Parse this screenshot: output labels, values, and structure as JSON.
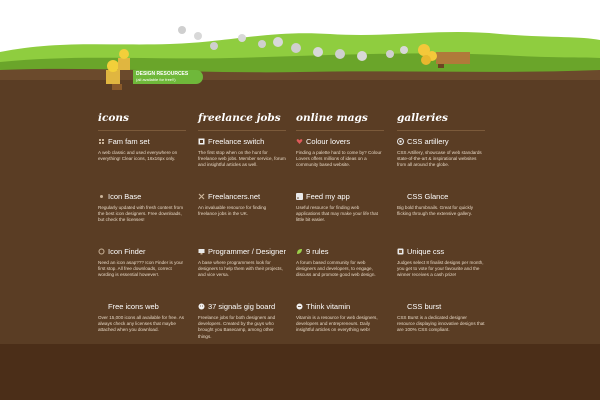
{
  "badge": {
    "title": "DESIGN RESOURCES",
    "subtitle": "(all available for free!!)"
  },
  "columns": [
    {
      "heading": "icons",
      "items": [
        {
          "title": "Fam fam set",
          "desc": "A web classic and used everywhere on everything! Clear icons, 16x16px only.",
          "icon": "grid-icon"
        },
        {
          "title": "Icon Base",
          "desc": "Regularly updated with fresh content from the best icon designers. Free downloads, but check the licenses!",
          "icon": "dot-icon"
        },
        {
          "title": "Icon Finder",
          "desc": "Need an icon asap??? Icon Finder is your first stop. All free downloads, correct wording is essential however!.",
          "icon": "image-icon"
        },
        {
          "title": "Free icons web",
          "desc": "Over 15,000 icons all available for free. As always check any licenses that maybe attached when you download.",
          "icon": "none"
        }
      ]
    },
    {
      "heading": "freelance jobs",
      "items": [
        {
          "title": "Freelance switch",
          "desc": "The first stop when on the hunt for freelance web jobs. Member service, forum and insightful articles as well.",
          "icon": "switch-icon"
        },
        {
          "title": "Freelancers.net",
          "desc": "An invaluable resource for finding freelance jobs in the UK.",
          "icon": "cross-icon"
        },
        {
          "title": "Programmer / Designer",
          "desc": "A base where programmers look for designers to help them with their projects, and vice versa.",
          "icon": "monitor-icon"
        },
        {
          "title": "37 signals gig board",
          "desc": "Freelance jobs for both designers and developers. Created by the guys who brought you Basecamp, among other things.",
          "icon": "smiley-icon"
        }
      ]
    },
    {
      "heading": "online mags",
      "items": [
        {
          "title": "Colour lovers",
          "desc": "Finding a palette hard to come by? Colour Lovers offers millions of ideas on a community based website.",
          "icon": "heart-icon"
        },
        {
          "title": "Feed my app",
          "desc": "Useful resource for finding web applications that may make your life that little bit easier.",
          "icon": "feed-icon"
        },
        {
          "title": "9 rules",
          "desc": "A forum based community for web designers and developers, to engage, discuss and promote good web design.",
          "icon": "leaf-icon"
        },
        {
          "title": "Think vitamin",
          "desc": "Vitamin is a resource for web designers, developers and entrepreneurs. Daily insightful articles on everything web!",
          "icon": "vitamin-icon"
        }
      ]
    },
    {
      "heading": "galleries",
      "items": [
        {
          "title": "CSS artillery",
          "desc": "CSS Artillery, showcase of web standards state-of-the-art & inspirational websites from all around the globe.",
          "icon": "target-icon"
        },
        {
          "title": "CSS Glance",
          "desc": "Big bold thumbnails. Great for quickly flicking through the extensive gallery.",
          "icon": "none"
        },
        {
          "title": "Unique css",
          "desc": "Judges select 8 finalist designs per month, you get to vote for your favourite and the winner receives a cash prize!",
          "icon": "unique-icon"
        },
        {
          "title": "CSS burst",
          "desc": "CSS Burst is a dedicated designer resource displaying innovative designs that are 100% CSS compliant.",
          "icon": "none"
        }
      ]
    }
  ]
}
